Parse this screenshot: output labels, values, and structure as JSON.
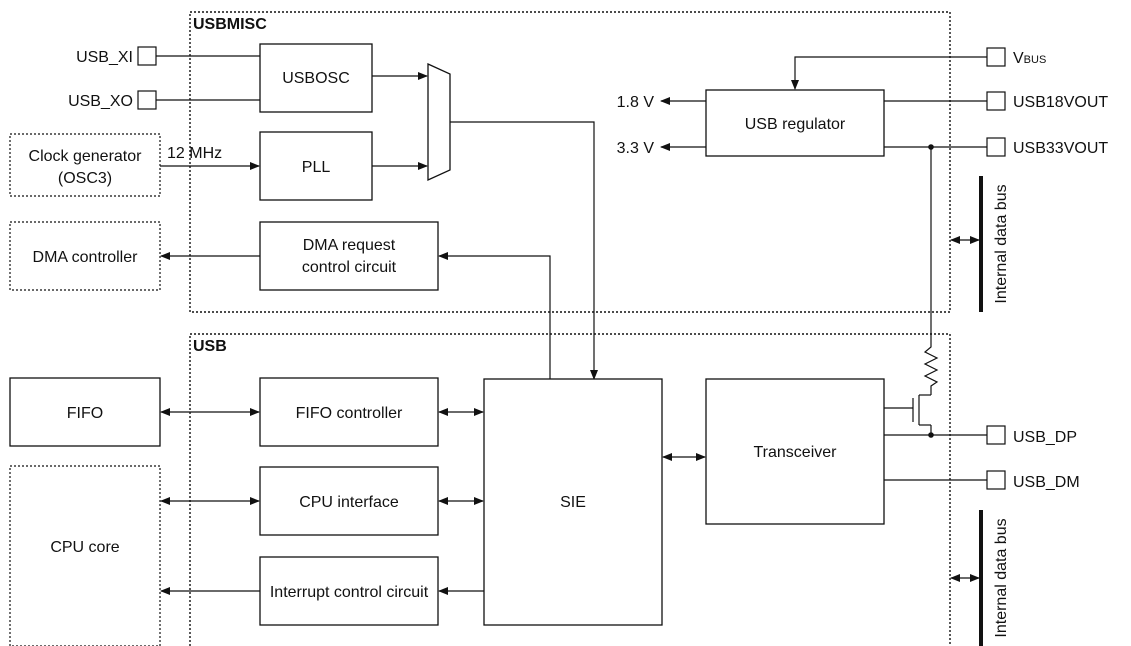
{
  "regions": {
    "usbmisc": "USBMISC",
    "usb": "USB"
  },
  "pins": {
    "usb_xi": "USB_XI",
    "usb_xo": "USB_XO",
    "vbus_main": "V",
    "vbus_sub": "BUS",
    "usb18vout": "USB18VOUT",
    "usb33vout": "USB33VOUT",
    "usb_dp": "USB_DP",
    "usb_dm": "USB_DM"
  },
  "blocks": {
    "usbosc": "USBOSC",
    "pll": "PLL",
    "dma_request_line1": "DMA request",
    "dma_request_line2": "control circuit",
    "usb_regulator": "USB regulator",
    "fifo_controller": "FIFO controller",
    "cpu_interface": "CPU interface",
    "interrupt_control": "Interrupt control circuit",
    "sie": "SIE",
    "transceiver": "Transceiver"
  },
  "external": {
    "clock_gen_line1": "Clock generator",
    "clock_gen_line2": "(OSC3)",
    "dma_controller": "DMA controller",
    "fifo": "FIFO",
    "cpu_core": "CPU core"
  },
  "signals": {
    "clock_freq": "12 MHz",
    "v18": "1.8 V",
    "v33": "3.3 V",
    "internal_bus_top": "Internal data bus",
    "internal_bus_bottom": "Internal data bus"
  }
}
